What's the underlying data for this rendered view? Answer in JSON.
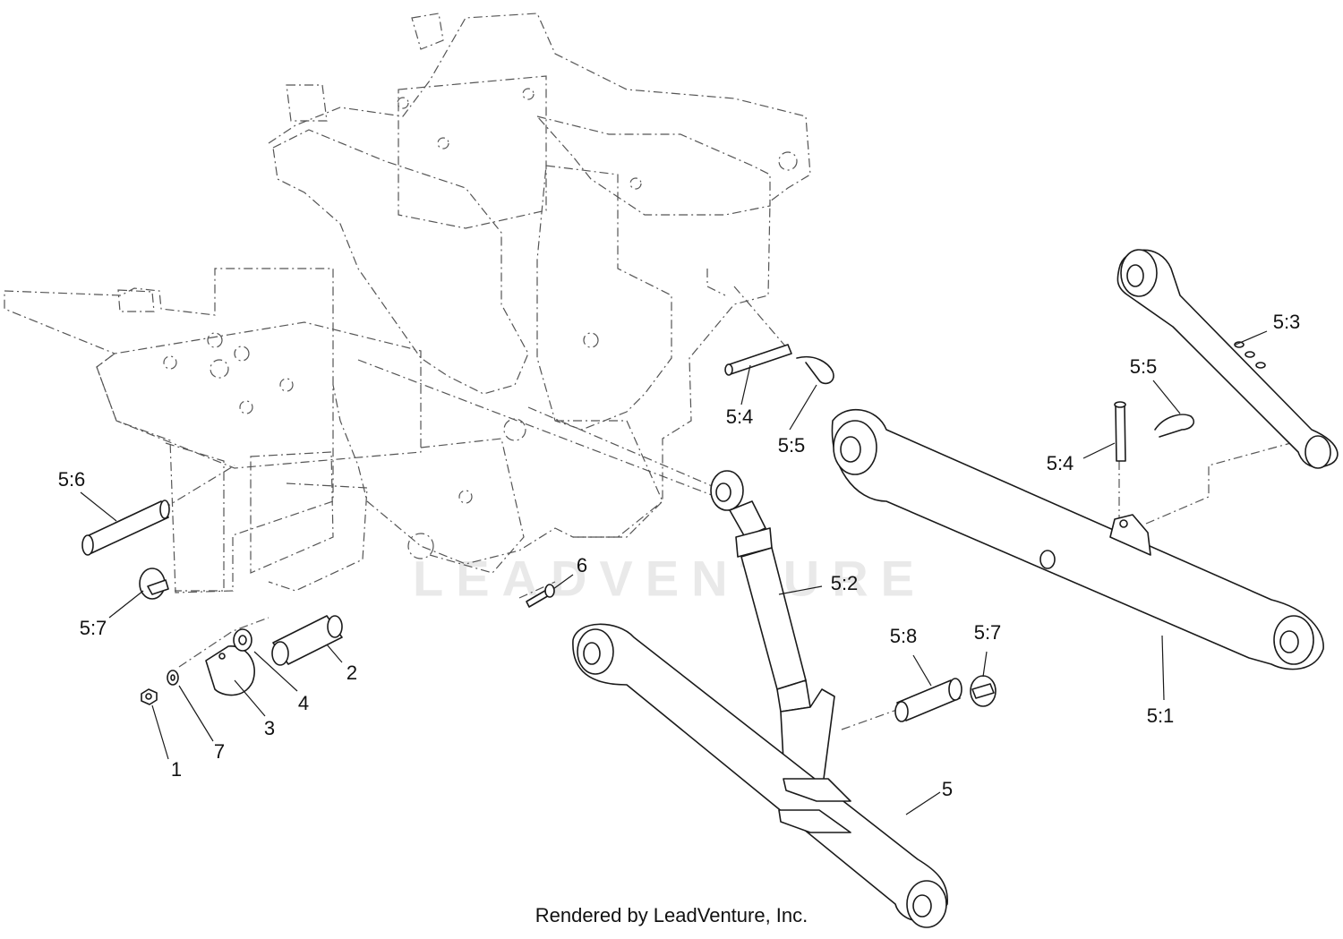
{
  "labels": {
    "l56": "5:6",
    "l57a": "5:7",
    "l1": "1",
    "l7": "7",
    "l3": "3",
    "l4": "4",
    "l2": "2",
    "l6": "6",
    "l54a": "5:4",
    "l55a": "5:5",
    "l52": "5:2",
    "l58": "5:8",
    "l57b": "5:7",
    "l5": "5",
    "l51": "5:1",
    "l54b": "5:4",
    "l55b": "5:5",
    "l53": "5:3"
  },
  "footer": "Rendered by LeadVenture, Inc.",
  "watermark": "LEADVENTURE"
}
